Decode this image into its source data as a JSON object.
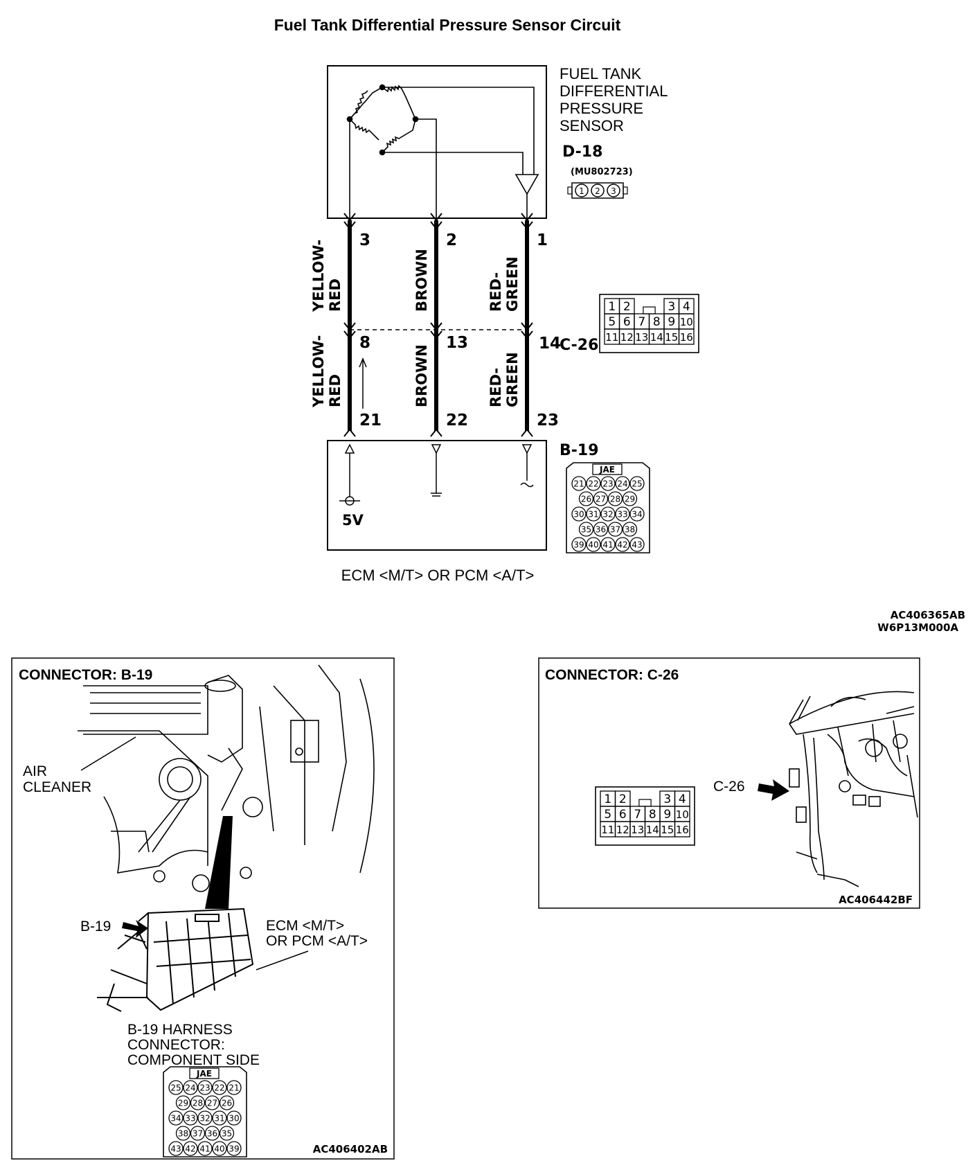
{
  "title": "Fuel Tank Differential Pressure Sensor Circuit",
  "sensor": {
    "name_lines": [
      "FUEL TANK",
      "DIFFERENTIAL",
      "PRESSURE",
      "SENSOR"
    ],
    "connector": "D-18",
    "part_number": "(MU802723)",
    "pins": [
      "1",
      "2",
      "3"
    ]
  },
  "wires": [
    {
      "pin_sensor": "3",
      "pin_c26_in": "8",
      "pin_ecm": "21",
      "color_upper": [
        "YELLOW-",
        "RED"
      ],
      "color_lower": [
        "YELLOW-",
        "RED"
      ]
    },
    {
      "pin_sensor": "2",
      "pin_c26_in": "13",
      "pin_ecm": "22",
      "color_upper": [
        "BROWN"
      ],
      "color_lower": [
        "BROWN"
      ]
    },
    {
      "pin_sensor": "1",
      "pin_c26_in": "14",
      "pin_ecm": "23",
      "color_upper": [
        "RED-",
        "GREEN"
      ],
      "color_lower": [
        "RED-",
        "GREEN"
      ]
    }
  ],
  "c26": {
    "label": "C-26",
    "grid_rows": [
      [
        "1",
        "2",
        "",
        "",
        "",
        "3",
        "4"
      ],
      [
        "5",
        "6",
        "7",
        "8",
        "9",
        "10"
      ],
      [
        "11",
        "12",
        "13",
        "14",
        "15",
        "16"
      ]
    ]
  },
  "ecm": {
    "connector": "B-19",
    "supply": "5V",
    "caption": "ECM <M/T> OR PCM <A/T>",
    "jae": "JAE",
    "rows": [
      [
        "21",
        "22",
        "23",
        "24",
        "25"
      ],
      [
        "26",
        "27",
        "28",
        "29"
      ],
      [
        "30",
        "31",
        "32",
        "33",
        "34"
      ],
      [
        "35",
        "36",
        "37",
        "38"
      ],
      [
        "39",
        "40",
        "41",
        "42",
        "43"
      ]
    ]
  },
  "refs": {
    "code1": "AC406365AB",
    "code2": "W6P13M000A"
  },
  "panel_b19": {
    "title": "CONNECTOR: B-19",
    "air_cleaner": [
      "AIR",
      "CLEANER"
    ],
    "pointer": "B-19",
    "ecm_label": [
      "ECM <M/T>",
      "OR PCM <A/T>"
    ],
    "harness": [
      "B-19 HARNESS",
      "CONNECTOR:",
      "COMPONENT SIDE"
    ],
    "jae": "JAE",
    "rows": [
      [
        "25",
        "24",
        "23",
        "22",
        "21"
      ],
      [
        "29",
        "28",
        "27",
        "26"
      ],
      [
        "34",
        "33",
        "32",
        "31",
        "30"
      ],
      [
        "38",
        "37",
        "36",
        "35"
      ],
      [
        "43",
        "42",
        "41",
        "40",
        "39"
      ]
    ],
    "code": "AC406402AB"
  },
  "panel_c26": {
    "title": "CONNECTOR: C-26",
    "pointer": "C-26",
    "code": "AC406442BF"
  }
}
